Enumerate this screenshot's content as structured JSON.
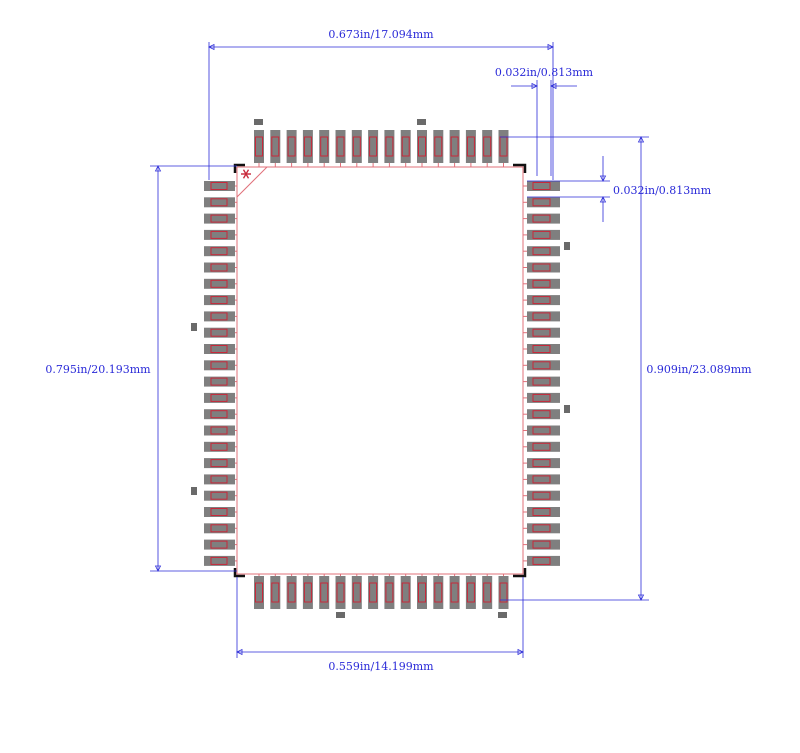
{
  "diagram": {
    "colors": {
      "dimension": "#2a2ad8",
      "pad_fill": "#7f7f7f",
      "pad_outline": "#c8283a",
      "body_outline": "#e0707a",
      "corner_mark": "#111111",
      "pin1_marker": "#c8283a",
      "fiducial": "#6a6a6a"
    },
    "package": {
      "left_pins": 24,
      "right_pins": 24,
      "top_pins": 16,
      "bottom_pins": 16,
      "pin1_marker_icon": "asterisk-icon"
    },
    "dimensions": {
      "top_width": "0.673in/17.094mm",
      "pin_width": "0.032in/0.813mm",
      "pin_pitch": "0.032in/0.813mm",
      "left_height": "0.795in/20.193mm",
      "right_height": "0.909in/23.089mm",
      "bottom_width": "0.559in/14.199mm"
    }
  }
}
